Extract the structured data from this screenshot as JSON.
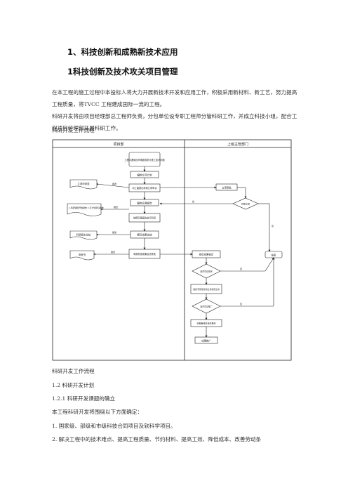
{
  "heading1": "1、科技创新和成熟新技术应用",
  "heading2": "1科技创新及技术攻关项目管理",
  "intro_para1": "在本工程的施工过程中本投标人将大力开展新技术开发和应用工作，积极采用新材料、新工艺，努力提高工程质量，将TVCC 工程建成国际一流的工程。",
  "intro_para2": "科研开发将由项目经理部总工程师负责，分包单位设专职工程师分管科研工作，并成立科技小组，配合工程项目经理部开展科研工作。",
  "flow_title": "科研开发工作流程",
  "flowchart": {
    "col_left": "项目部",
    "col_right": "上级主管部门",
    "nodes": {
      "start": "工程中遇到技术难题或重大施工技术问题",
      "n2": "编制立项计划",
      "n3": "向上级提出科研立项申请",
      "n4": "编制开题报告",
      "n5": "按照开题报告进行科研",
      "n6": "撰写成果总结",
      "n7": "申报科技成果及优秀奖",
      "doc1": "立项申请表",
      "doc2": "1.科研课题开题报告 2.可行性研究报告",
      "doc3": "科研报告/总结",
      "doc4": "申报书",
      "r1": "立项审批",
      "r_dec1": "同意立项",
      "r2": "组织成果鉴定",
      "r_dec2": "是否同意鉴定",
      "r3": "组织专家鉴定并出具鉴定证书",
      "r_dec3": "是否同意推广",
      "r4": "申报各级科技成果奖",
      "r5": "成果推广",
      "end": "结束"
    },
    "labels": {
      "yes": "是",
      "no": "否",
      "submit": "报送"
    }
  },
  "caption": "科研开发工作流程",
  "sec_1_2": "1.2 科研开发计划",
  "sec_1_2_1": "1.2.1 科研开发课题的确立",
  "p_topics": "本工程科研开发将围绕以下方面确定：",
  "item1": "1. 国家级、部级和市级科技合同项目及软科学项目。",
  "item2": "2. 解决工程中的技术难点、提高工程质量、节约材料、提高工效、降低成本、改善劳动条"
}
